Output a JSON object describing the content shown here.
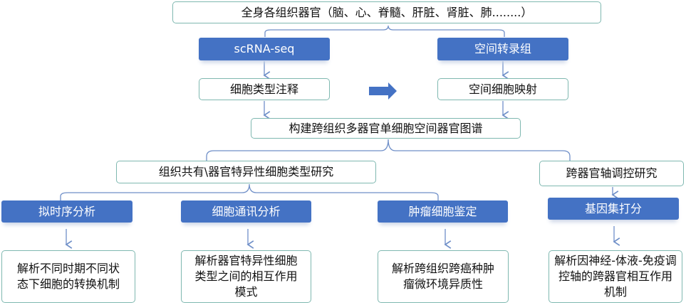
{
  "top": "全身各组织器官（脑、心、脊髓、肝脏、肾脏、肺........）",
  "methods": [
    "scRNA-seq",
    "空间转录组"
  ],
  "steps": [
    "细胞类型注释",
    "空间细胞映射"
  ],
  "atlas": "构建跨组织多器官单细胞空间器官图谱",
  "studies": [
    "组织共有\\器官特异性细胞类型研究",
    "跨器官轴调控研究"
  ],
  "analyses": [
    "拟时序分析",
    "细胞通讯分析",
    "肿瘤细胞鉴定",
    "基因集打分"
  ],
  "outcomes": [
    "解析不同时期不同状态下细胞的转换机制",
    "解析器官特异性细胞类型之间的相互作用模式",
    "解析跨组织跨癌种肿瘤微环境异质性",
    "解析因神经-体液-免疫调控轴的跨器官相互作用机制"
  ],
  "colors": {
    "blue": "#4472c4",
    "border": "#7fb8b0",
    "line": "#6f8fc8"
  }
}
